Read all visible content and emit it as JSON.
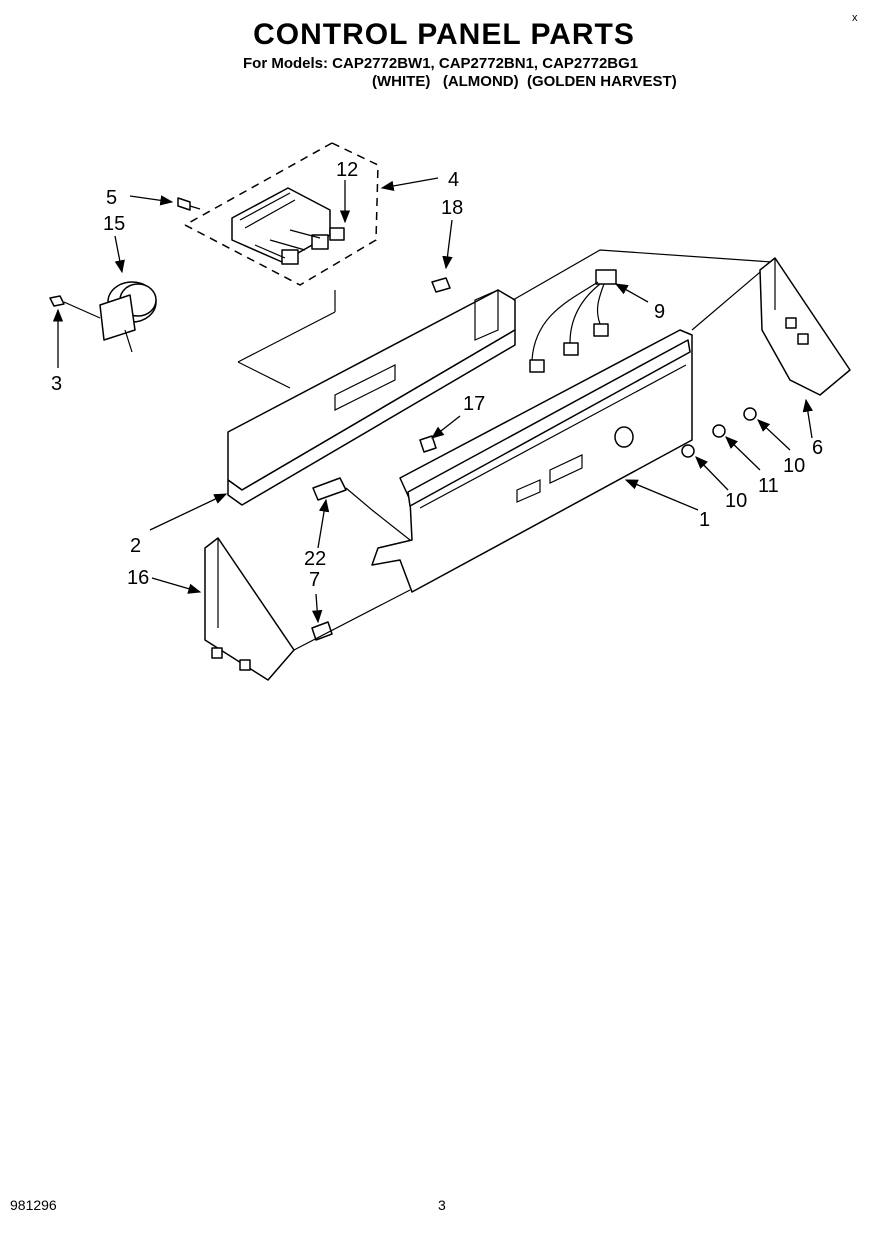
{
  "header": {
    "title": "CONTROL PANEL PARTS",
    "models_line": "For Models: CAP2772BW1, CAP2772BN1, CAP2772BG1",
    "colors_line": "(WHITE)   (ALMOND)  (GOLDEN HARVEST)"
  },
  "callouts": {
    "c1": "1",
    "c2": "2",
    "c3": "3",
    "c4": "4",
    "c5": "5",
    "c6": "6",
    "c7": "7",
    "c9": "9",
    "c10a": "10",
    "c10b": "10",
    "c11": "11",
    "c12": "12",
    "c15": "15",
    "c16": "16",
    "c17": "17",
    "c18": "18",
    "c22": "22"
  },
  "footer": {
    "code": "981296",
    "page": "3",
    "corner_mark": "x"
  }
}
